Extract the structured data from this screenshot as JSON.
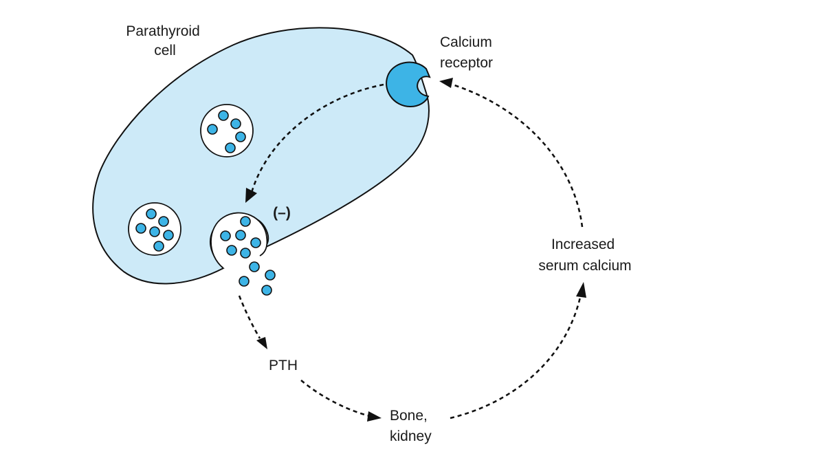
{
  "labels": {
    "cell": [
      "Parathyroid",
      "cell"
    ],
    "receptor": [
      "Calcium",
      "receptor"
    ],
    "inhibition": "(–)",
    "pth": "PTH",
    "target": [
      "Bone,",
      "kidney"
    ],
    "increased": [
      "Increased",
      "serum calcium"
    ]
  },
  "colors": {
    "cell_fill": "#cdeaf8",
    "receptor_fill": "#3db4e6",
    "granule_fill": "#3db4e6",
    "outline": "#111111"
  }
}
